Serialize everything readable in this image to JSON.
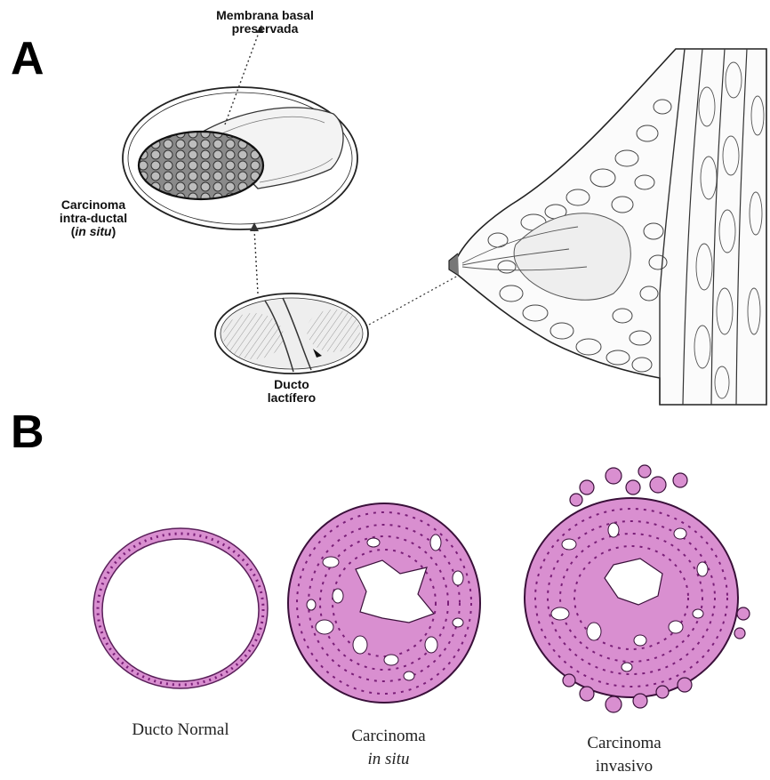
{
  "panels": {
    "a": {
      "letter": "A"
    },
    "b": {
      "letter": "B"
    }
  },
  "panel_a": {
    "membrane_label_line1": "Membrana basal",
    "membrane_label_line2": "preservada",
    "carcinoma_label_line1": "Carcinoma",
    "carcinoma_label_line2": "intra-ductal",
    "carcinoma_label_line3_open": "(",
    "carcinoma_label_line3_italic": "in situ",
    "carcinoma_label_line3_close": ")",
    "duct_label_line1": "Ducto",
    "duct_label_line2": "lactífero"
  },
  "panel_b": {
    "normal_label": "Ducto Normal",
    "insitu_label_line1": "Carcinoma",
    "insitu_label_line2": "in situ",
    "invasive_label_line1": "Carcinoma",
    "invasive_label_line2": "invasivo",
    "colors": {
      "cell_fill": "#d98fd0",
      "cell_stroke": "#6a2a6a",
      "nucleus": "#7a1f78",
      "lumen": "#ffffff"
    }
  }
}
